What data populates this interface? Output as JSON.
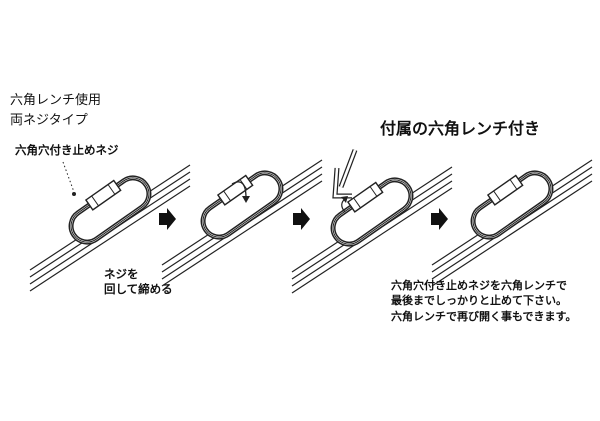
{
  "header": {
    "type_line1": "六角レンチ使用",
    "type_line2": "両ネジタイプ"
  },
  "labels": {
    "locking_screw": "六角穴付き止めネジ",
    "included_wrench": "付属の六角レンチ付き",
    "turn_to_tighten_line1": "ネジを",
    "turn_to_tighten_line2": "回して締める"
  },
  "instructions": [
    "六角穴付き止めネジを六角レンチで",
    "最後までしっかりと止めて下さい。",
    "六角レンチで再び開く事もできます。"
  ],
  "steps": [
    {
      "icon": "quick-link-icon"
    },
    {
      "icon": "quick-link-tighten-icon"
    },
    {
      "icon": "quick-link-wrench-icon"
    },
    {
      "icon": "quick-link-locked-icon"
    }
  ],
  "colors": {
    "line": "#222222",
    "arrow": "#111111",
    "background": "#ffffff"
  }
}
